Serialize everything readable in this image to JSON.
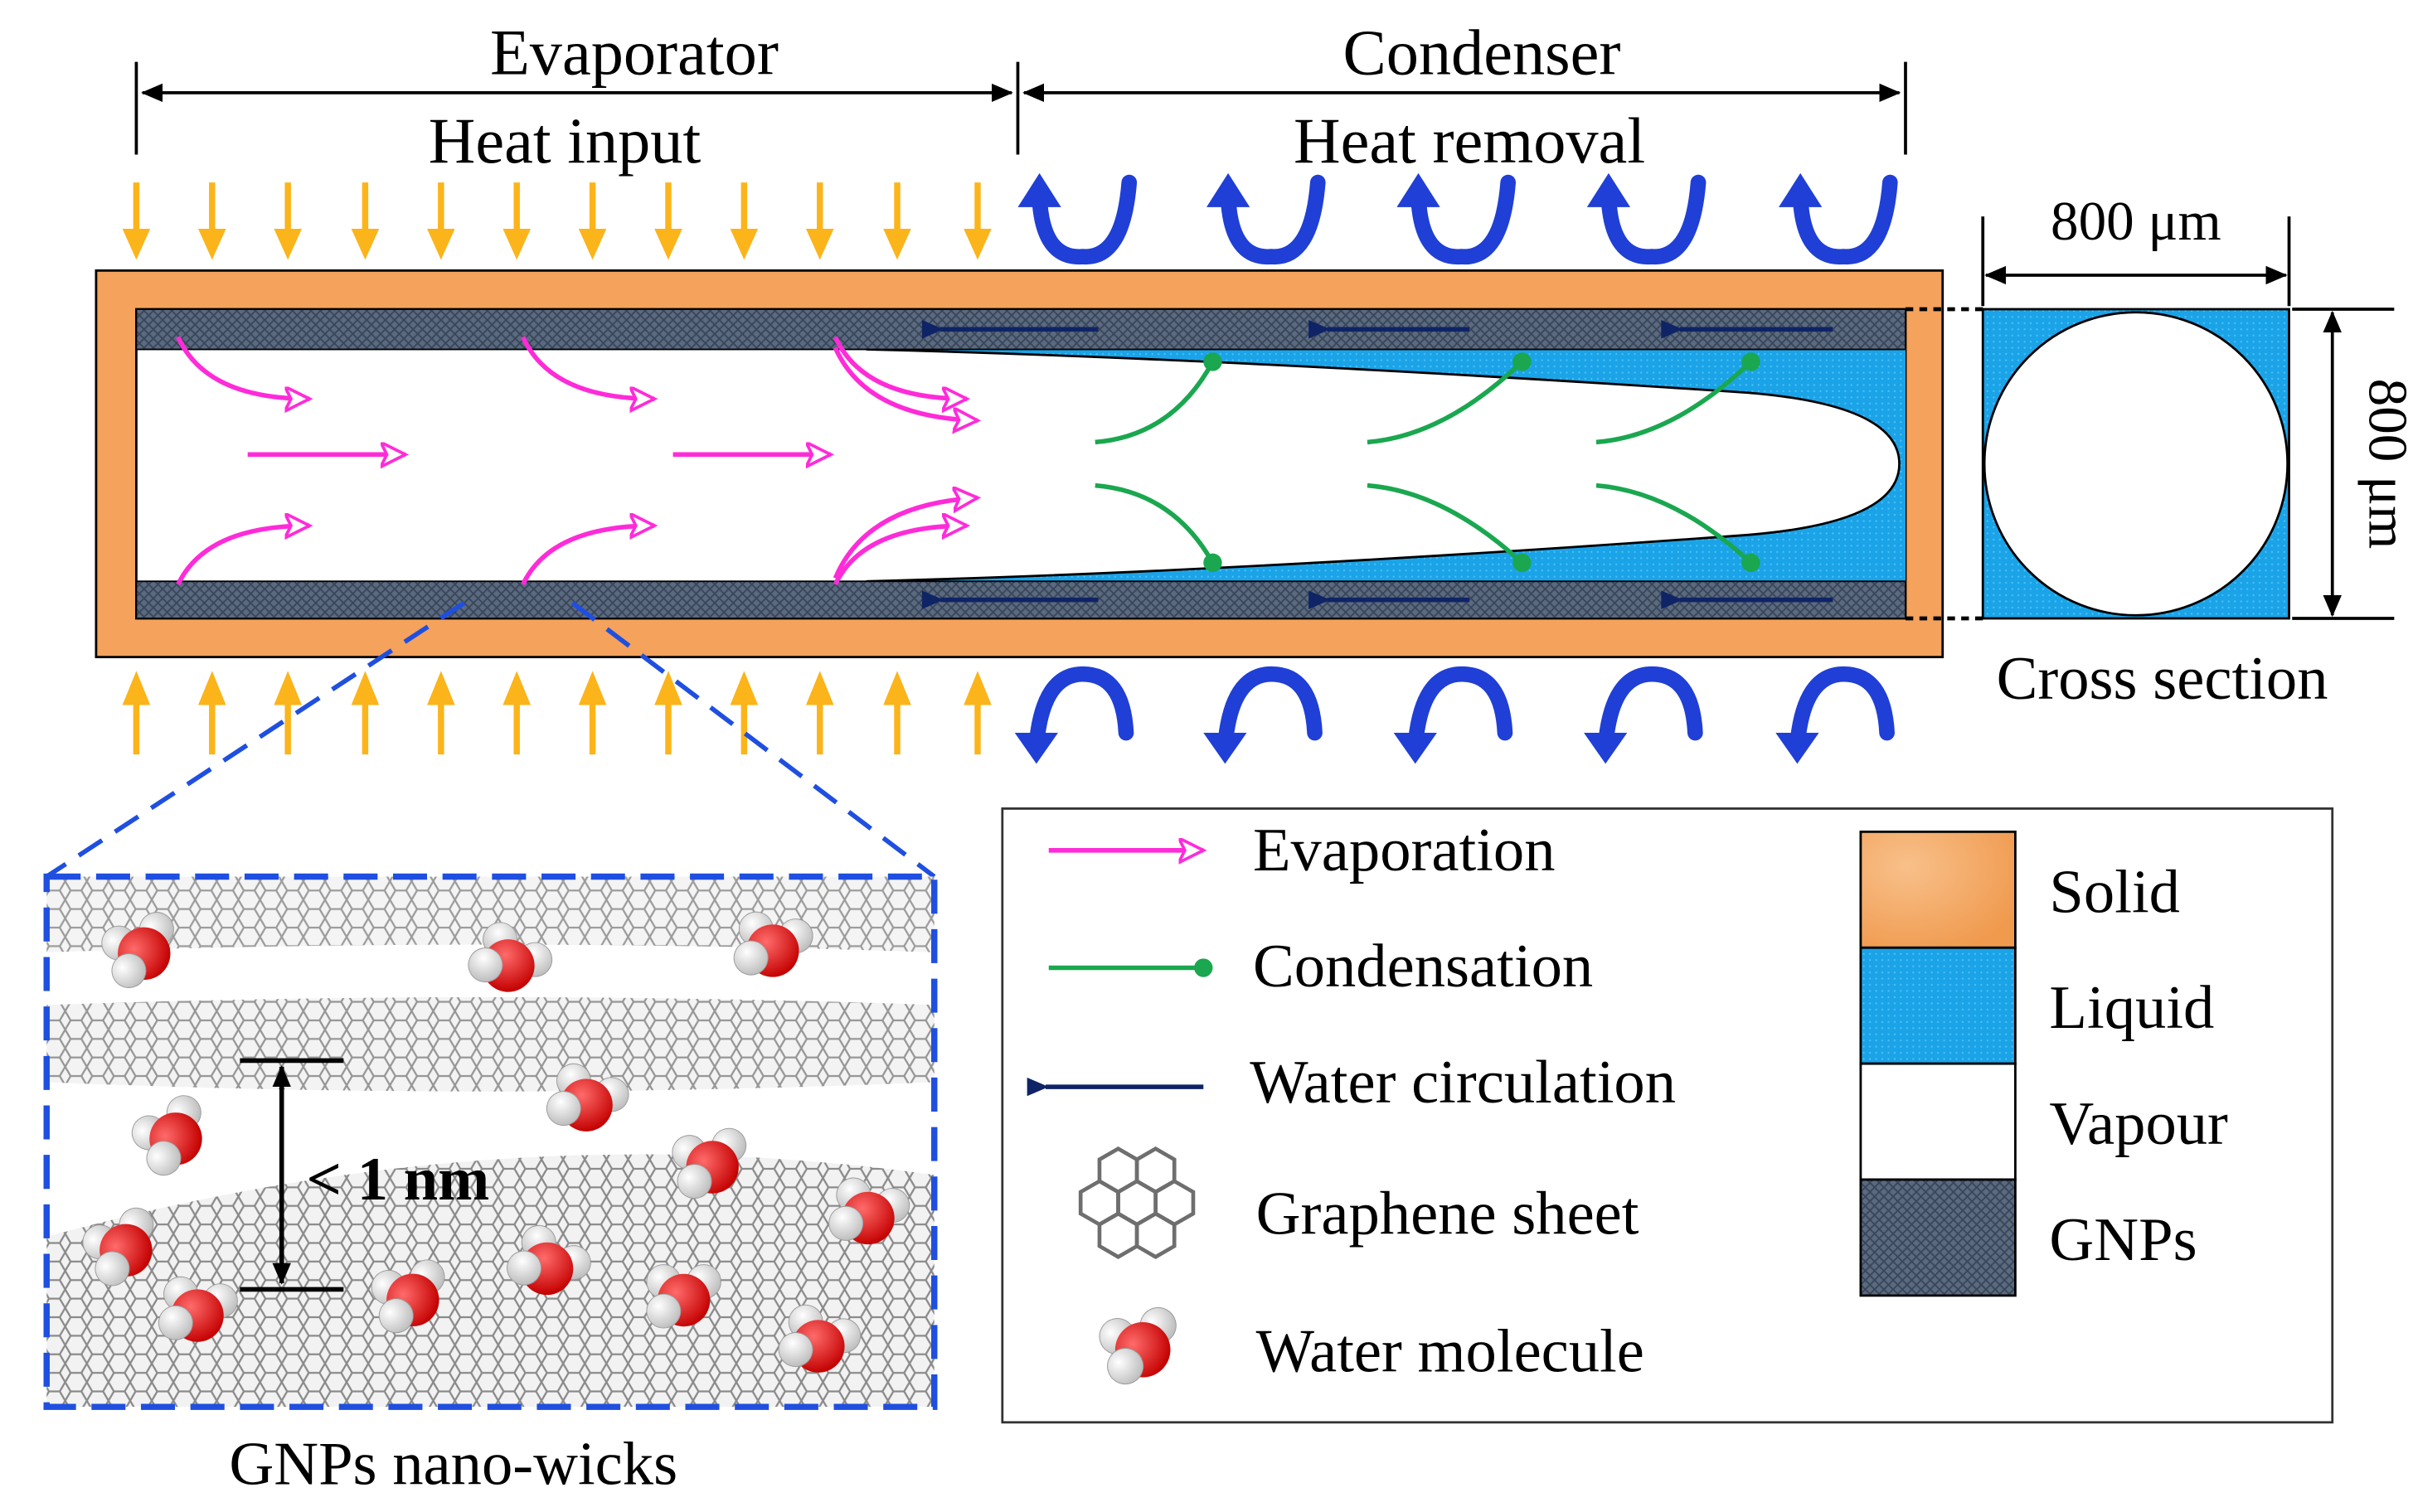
{
  "sections": {
    "evaporator": "Evaporator",
    "condenser": "Condenser",
    "heat_input": "Heat input",
    "heat_removal": "Heat removal"
  },
  "cross_section": {
    "width_label": "800 μm",
    "height_label": "800 μm",
    "caption": "Cross section"
  },
  "inset": {
    "spacing_label": "< 1 nm",
    "caption": "GNPs nano-wicks"
  },
  "legend": {
    "evaporation": "Evaporation",
    "condensation": "Condensation",
    "water_circulation": "Water circulation",
    "graphene_sheet": "Graphene sheet",
    "water_molecule": "Water molecule"
  },
  "materials": [
    {
      "label": "Solid",
      "color": "#f4a25c"
    },
    {
      "label": "Liquid",
      "color": "#1ba3e8"
    },
    {
      "label": "Vapour",
      "color": "#ffffff"
    },
    {
      "label": "GNPs",
      "color": "#56647a"
    }
  ],
  "colors": {
    "heat_input_arrow": "#fbb41a",
    "heat_removal_arrow": "#1f3fd6",
    "evaporation": "#ff2bd9",
    "condensation": "#1aa74f",
    "water_circulation": "#0f2466",
    "inset_border": "#1f4fe0"
  }
}
